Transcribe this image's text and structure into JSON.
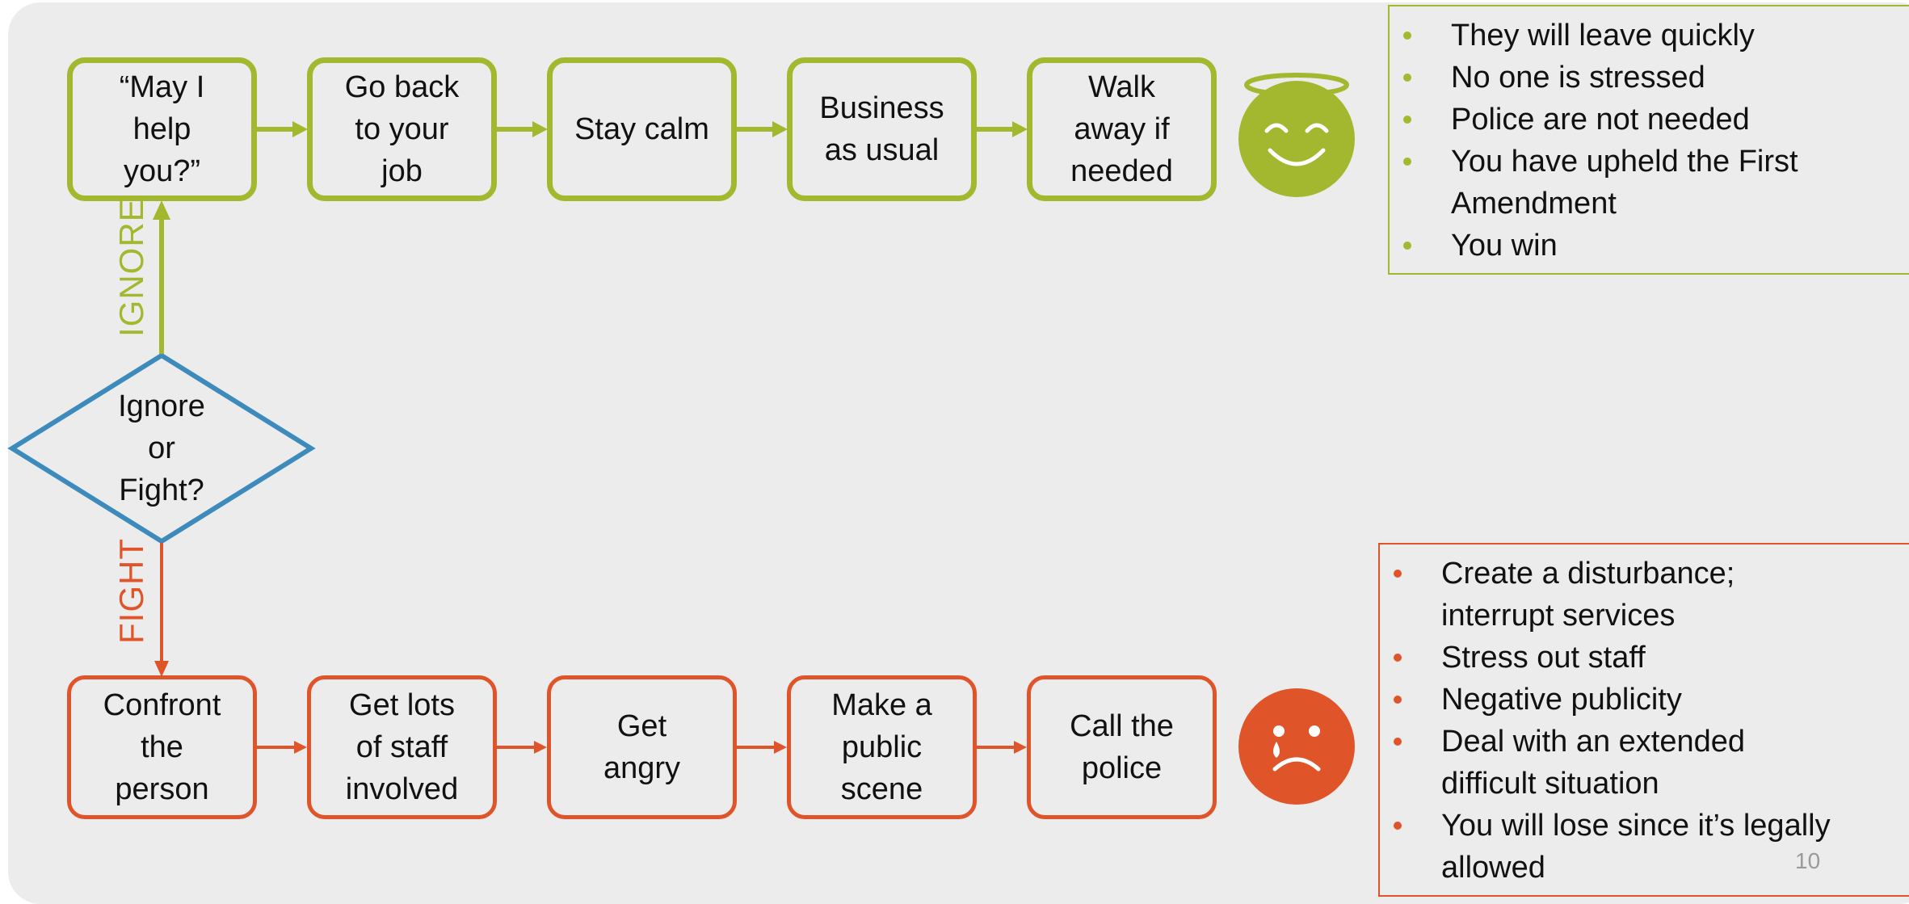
{
  "colors": {
    "ignore_path": "#a3b82e",
    "fight_path": "#e0542a",
    "decision": "#3d8bbd",
    "background": "#ececec"
  },
  "decision": {
    "label": "Ignore\nor\nFight?"
  },
  "branches": {
    "ignore": {
      "label": "IGNORE",
      "steps": [
        "“May I\nhelp\nyou?”",
        "Go back\nto your\njob",
        "Stay calm",
        "Business\nas usual",
        "Walk\naway if\nneeded"
      ],
      "face_icon": "happy-face-halo-icon",
      "outcomes": [
        "They will leave quickly",
        "No one is stressed",
        "Police are not needed",
        "You have upheld the First Amendment",
        "You win"
      ]
    },
    "fight": {
      "label": "FIGHT",
      "steps": [
        "Confront\nthe\nperson",
        "Get lots\nof staff\ninvolved",
        "Get\nangry",
        "Make a\npublic\nscene",
        "Call the\npolice"
      ],
      "face_icon": "sad-face-tear-icon",
      "outcomes": [
        "Create a disturbance; interrupt services",
        "Stress out staff",
        "Negative publicity",
        "Deal with an extended difficult situation",
        "You will lose since it’s legally allowed"
      ]
    }
  },
  "page_number": "10"
}
